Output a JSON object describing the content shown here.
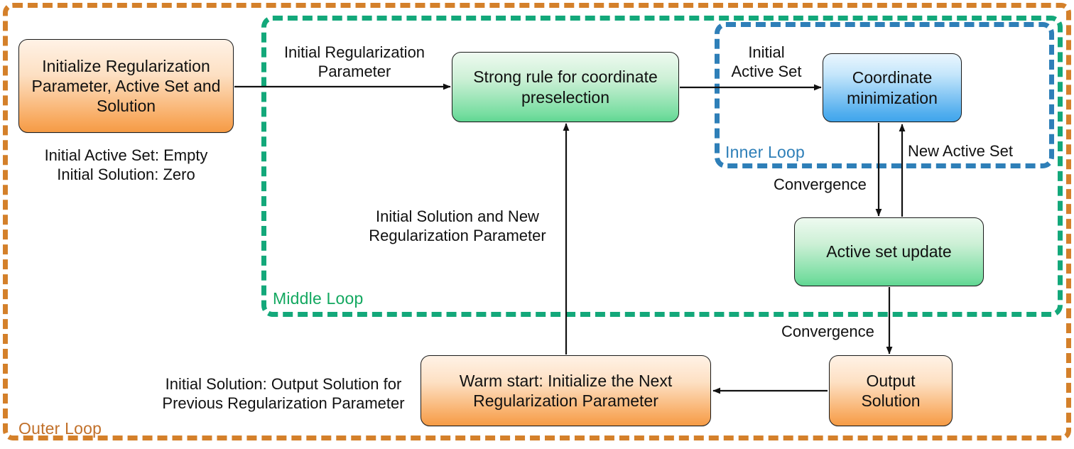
{
  "diagram": {
    "title": "Three-level nested loop coordinate-descent flowchart",
    "colors": {
      "outer_loop": "#d4802a",
      "middle_loop": "#13a87a",
      "inner_loop": "#2e7fb8",
      "orange_node": "#f8a85c",
      "green_node": "#76dda0",
      "blue_node": "#52aeee",
      "arrow": "#111111"
    },
    "loops": [
      {
        "id": "outer",
        "label": "Outer Loop",
        "color": "#c1702a"
      },
      {
        "id": "middle",
        "label": "Middle Loop",
        "color": "#13a860"
      },
      {
        "id": "inner",
        "label": "Inner Loop",
        "color": "#2e7fb8"
      }
    ],
    "nodes": [
      {
        "id": "initialize",
        "label": "Initialize Regularization Parameter, Active Set and Solution",
        "color": "orange"
      },
      {
        "id": "strong_rule",
        "label": "Strong rule for coordinate preselection",
        "color": "green"
      },
      {
        "id": "coordinate_min",
        "label": "Coordinate minimization",
        "color": "blue"
      },
      {
        "id": "active_set_update",
        "label": "Active set update",
        "color": "green"
      },
      {
        "id": "warm_start",
        "label": "Warm start: Initialize the Next Regularization Parameter",
        "color": "orange"
      },
      {
        "id": "output_solution",
        "label": "Output Solution",
        "color": "orange"
      }
    ],
    "annotations": {
      "initialize_sub": "Initial Active Set: Empty\nInitial Solution: Zero",
      "initial_regularization_parameter": "Initial Regularization\nParameter",
      "initial_active_set": "Initial\nActive Set",
      "initial_solution_and_new_regularization_parameter": "Initial Solution and New\nRegularization Parameter",
      "new_active_set": "New Active Set",
      "convergence_inner": "Convergence",
      "convergence_middle": "Convergence",
      "previous_regularization_parameter": "Initial Solution: Output Solution for\nPrevious Regularization Parameter"
    },
    "edges": [
      {
        "id": "initialize-to-strong-rule",
        "label": "Initial Regularization Parameter"
      },
      {
        "id": "strong-rule-to-coordinate-min",
        "label": "Initial Active Set"
      },
      {
        "id": "coordinate-min-to-active-set-update",
        "label": "Convergence"
      },
      {
        "id": "active-set-update-to-coordinate-min",
        "label": "New Active Set"
      },
      {
        "id": "active-set-update-to-output",
        "label": "Convergence"
      },
      {
        "id": "output-to-warm-start",
        "label": ""
      },
      {
        "id": "warm-start-to-strong-rule",
        "label": "Initial Solution and New Regularization Parameter"
      }
    ]
  }
}
